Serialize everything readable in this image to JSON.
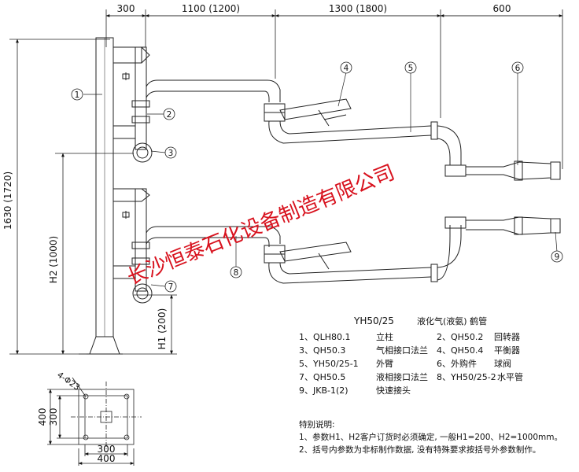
{
  "top_dimensions": [
    "300",
    "1100 (1200)",
    "1300 (1800)",
    "600"
  ],
  "left_dimensions": {
    "total_height": "1630 (1720)",
    "h2": "H2 (1000)",
    "h1": "H1 (200)"
  },
  "callouts": [
    "1",
    "2",
    "3",
    "4",
    "5",
    "6",
    "7",
    "8",
    "9"
  ],
  "watermark": "长沙恒泰石化设备制造有限公司",
  "base_plate": {
    "bolt_note": "4-Φ23",
    "height_outer": "400",
    "height_inner": "300",
    "width_inner": "300",
    "width_outer": "400"
  },
  "legend": {
    "model": "YH50/25",
    "title": "液化气(液氨) 鹤管",
    "items": [
      {
        "num": "1、QLH80.1",
        "name": "立柱"
      },
      {
        "num": "2、QH50.2",
        "name": "回转器"
      },
      {
        "num": "3、QH50.3",
        "name": "气相接口法兰"
      },
      {
        "num": "4、QH50.4",
        "name": "平衡器"
      },
      {
        "num": "5、YH50/25-1",
        "name": "外臂"
      },
      {
        "num": "6、外购件",
        "name": "球阀"
      },
      {
        "num": "7、QH50.5",
        "name": "液相接口法兰"
      },
      {
        "num": "8、YH50/25-2",
        "name": "水平管"
      },
      {
        "num": "9、JKB-1(2)",
        "name": "快速接头"
      }
    ]
  },
  "notes": {
    "heading": "特别说明:",
    "lines": [
      "1、参数H1、H2客户订货时必须确定, 一般H1=200、H2=1000mm。",
      "2、括号内参数为非标制作数据, 没有特殊要求按括号外参数制作。"
    ]
  }
}
